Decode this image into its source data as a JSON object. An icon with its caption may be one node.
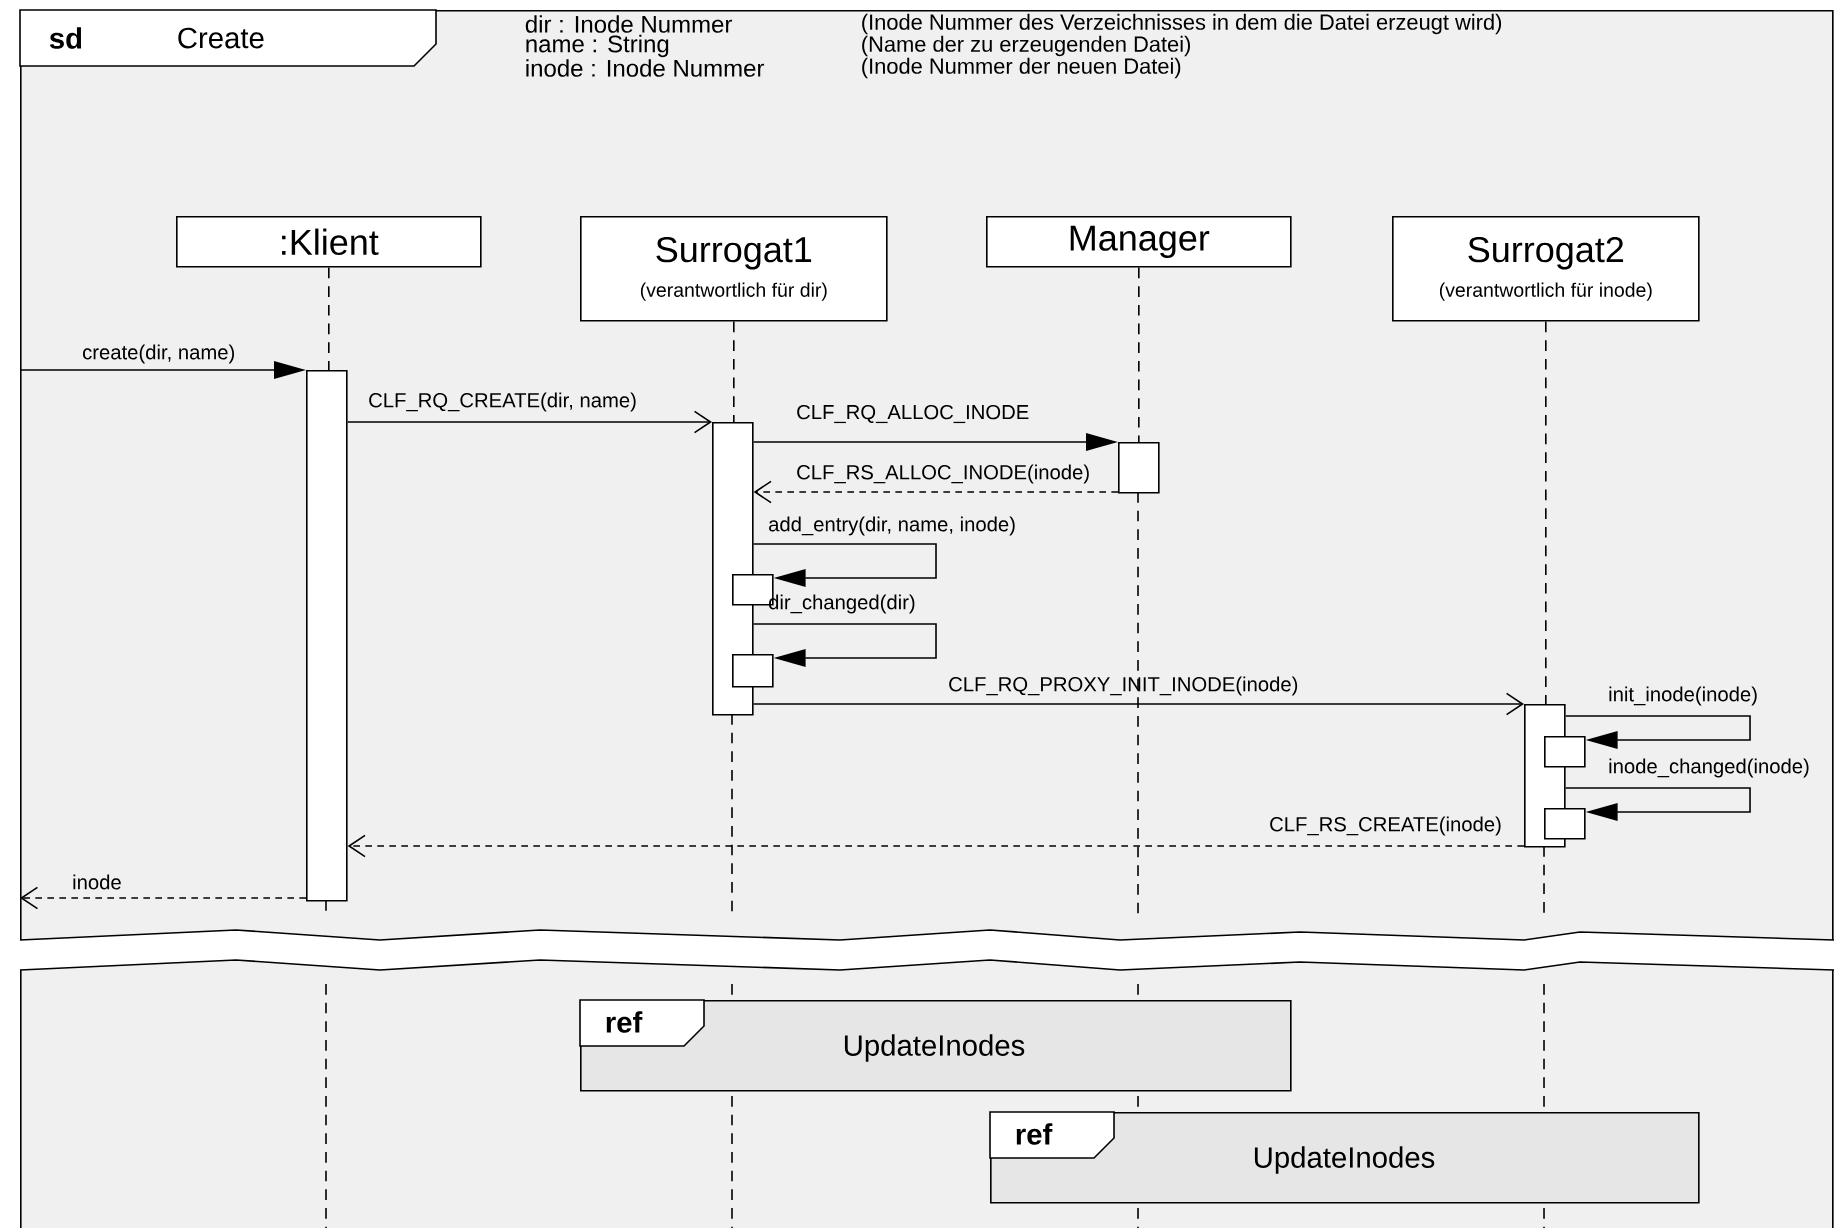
{
  "diagram": {
    "nodes": [
      {
        "text": [
          "sd",
          "Create"
        ]
      },
      {
        "text": [
          ":Klient"
        ],
        "in": 0
      },
      {
        "text": [
          "Surrogat1",
          "(verantwortlich für dir)"
        ],
        "in": 0
      },
      {
        "text": [
          "Manager"
        ],
        "in": 0
      },
      {
        "text": [
          "Surrogat2",
          "(verantwortlich für inode)"
        ],
        "in": 0
      },
      {
        "text": [],
        "shape": "bar",
        "in": 0
      },
      {
        "text": [],
        "shape": "bar",
        "in": 0
      },
      {
        "text": [],
        "shape": "bar",
        "in": 0
      },
      {
        "text": [],
        "shape": "bar",
        "in": 0
      },
      {
        "text": [],
        "shape": "bar",
        "in": 0
      },
      {
        "text": [],
        "shape": "bar",
        "in": 0
      },
      {
        "text": [],
        "shape": "bar",
        "in": 0
      },
      {
        "text": [],
        "shape": "bar",
        "in": 0
      },
      {
        "text": [
          "ref",
          "UpdateInodes"
        ],
        "in": 0
      },
      {
        "text": [
          "ref",
          "UpdateInodes"
        ],
        "in": 0
      }
    ],
    "edges": [
      {
        "from": 0,
        "to": 5,
        "arrow": "to",
        "label": "create(dir, name)"
      },
      {
        "from": 5,
        "to": 6,
        "arrow": "to",
        "label": "CLF_RQ_CREATE(dir, name)"
      },
      {
        "from": 6,
        "to": 7,
        "arrow": "to",
        "label": "CLF_RQ_ALLOC_INODE"
      },
      {
        "from": 7,
        "to": 6,
        "arrow": "to",
        "label": "CLF_RS_ALLOC_INODE(inode)",
        "style": "dashed"
      },
      {
        "from": 6,
        "to": 8,
        "arrow": "to",
        "label": "add_entry(dir, name, inode)"
      },
      {
        "from": 6,
        "to": 9,
        "arrow": "to",
        "label": "dir_changed(dir)"
      },
      {
        "from": 6,
        "to": 10,
        "arrow": "to",
        "label": "CLF_RQ_PROXY_INIT_INODE(inode)"
      },
      {
        "from": 10,
        "to": 11,
        "arrow": "to",
        "label": "init_inode(inode)"
      },
      {
        "from": 10,
        "to": 12,
        "arrow": "to",
        "label": "inode_changed(inode)"
      },
      {
        "from": 10,
        "to": 5,
        "arrow": "to",
        "label": "CLF_RS_CREATE(inode)",
        "style": "dashed"
      },
      {
        "from": 5,
        "to": 0,
        "arrow": "to",
        "label": "inode",
        "style": "dashed"
      },
      {
        "from": 1,
        "to": 5,
        "arrow": "none",
        "style": "dashed"
      },
      {
        "from": 2,
        "to": 6,
        "arrow": "none",
        "style": "dashed"
      },
      {
        "from": 3,
        "to": 7,
        "arrow": "none",
        "style": "dashed"
      },
      {
        "from": 4,
        "to": 10,
        "arrow": "none",
        "style": "dashed"
      }
    ],
    "labels": [
      "dir : Inode Nummer",
      "(Inode Nummer des Verzeichnisses in dem die Datei erzeugt wird)",
      "name : String",
      "(Name der zu erzeugenden Datei)",
      "inode : Inode Nummer",
      "(Inode Nummer der neuen Datei)"
    ]
  }
}
